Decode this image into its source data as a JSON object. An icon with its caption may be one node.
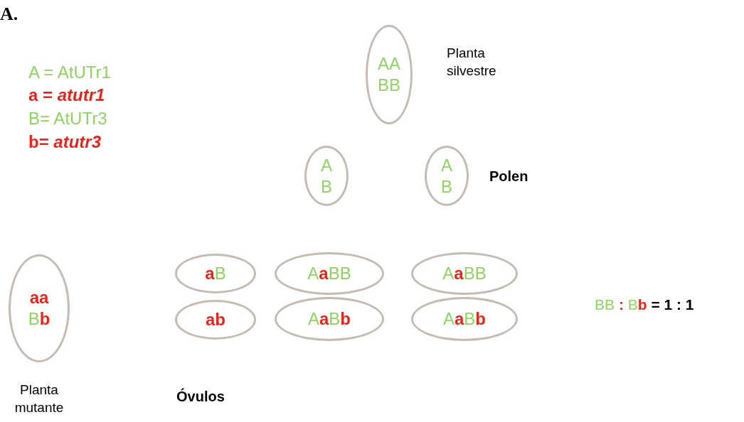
{
  "diagram": {
    "nodes": [
      {
        "text": [
          "AA BB"
        ],
        "beside": [
          "Planta silvestre"
        ]
      },
      {
        "text": [
          "A B"
        ]
      },
      {
        "text": [
          "A B"
        ]
      },
      {
        "text": [
          "aa Bb"
        ],
        "beside": [
          "Planta mutante"
        ]
      },
      {
        "text": [
          "aB"
        ]
      },
      {
        "text": [
          "AaBB"
        ]
      },
      {
        "text": [
          "AaBB"
        ]
      },
      {
        "text": [
          "ab"
        ]
      },
      {
        "text": [
          "AaBb"
        ]
      },
      {
        "text": [
          "AaBb"
        ]
      }
    ],
    "labels": [
      "A.",
      "A = AtUTr1",
      "a = *atutr1*",
      "B= AtUTr3",
      "b= *atutr3*",
      "Polen",
      "Óvulos",
      "BB : Bb = 1 : 1"
    ]
  }
}
